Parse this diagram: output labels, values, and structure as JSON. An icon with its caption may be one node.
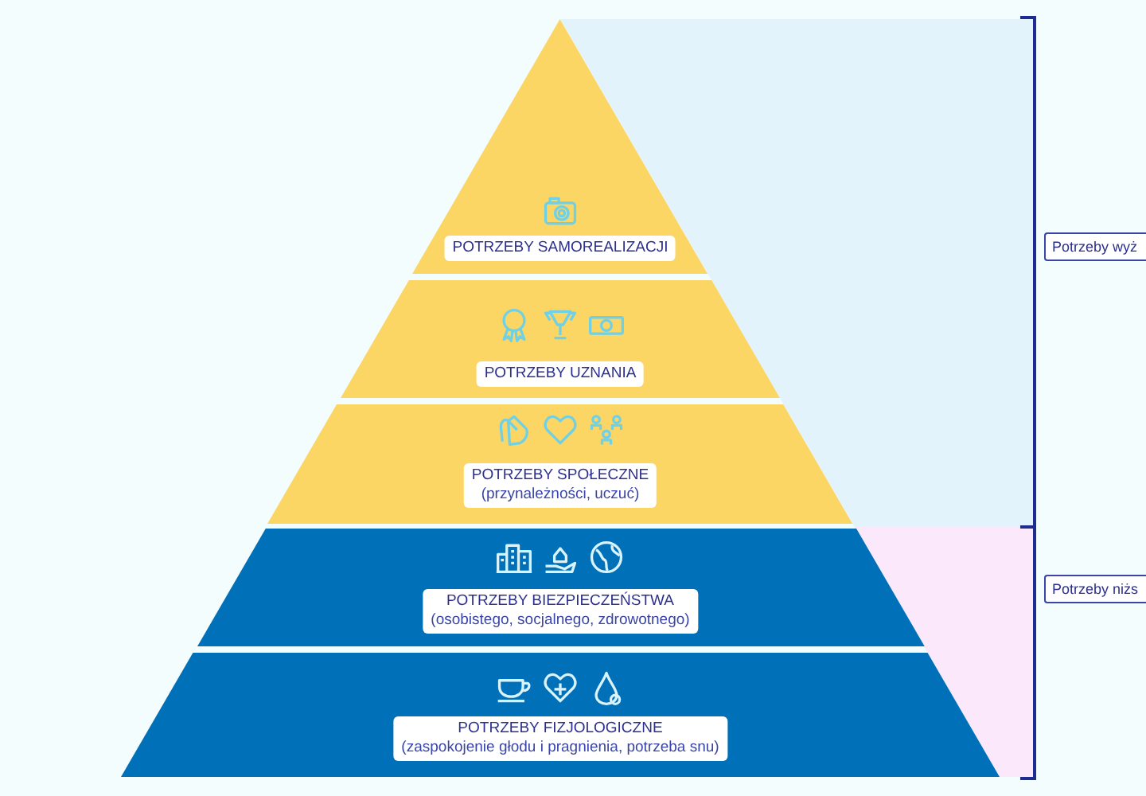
{
  "diagram": {
    "nodes": [
      {
        "text": [
          "POTRZEBY SAMOREALIZACJI"
        ]
      },
      {
        "text": [
          "POTRZEBY UZNANIA"
        ]
      },
      {
        "text": [
          "POTRZEBY SPOŁECZNE",
          "(przynależności, uczuć)"
        ]
      },
      {
        "text": [
          "POTRZEBY BIEZPIECZEŃSTWA",
          "(osobistego, socjalnego, zdrowotnego)"
        ]
      },
      {
        "text": [
          "POTRZEBY FIZJOLOGICZNE",
          "(zaspokojenie głodu i pragnienia, potrzeba snu)"
        ]
      }
    ],
    "labels": [
      "Potrzeby wyż",
      "Potrzeby niżs"
    ]
  }
}
